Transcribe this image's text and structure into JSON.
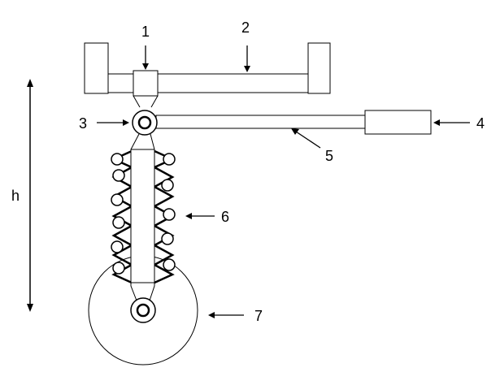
{
  "labels": {
    "part1": "1",
    "part2": "2",
    "part3": "3",
    "part4": "4",
    "part5": "5",
    "part6": "6",
    "part7": "7",
    "height": "h"
  },
  "colors": {
    "stroke": "#000000",
    "fill": "#ffffff"
  }
}
